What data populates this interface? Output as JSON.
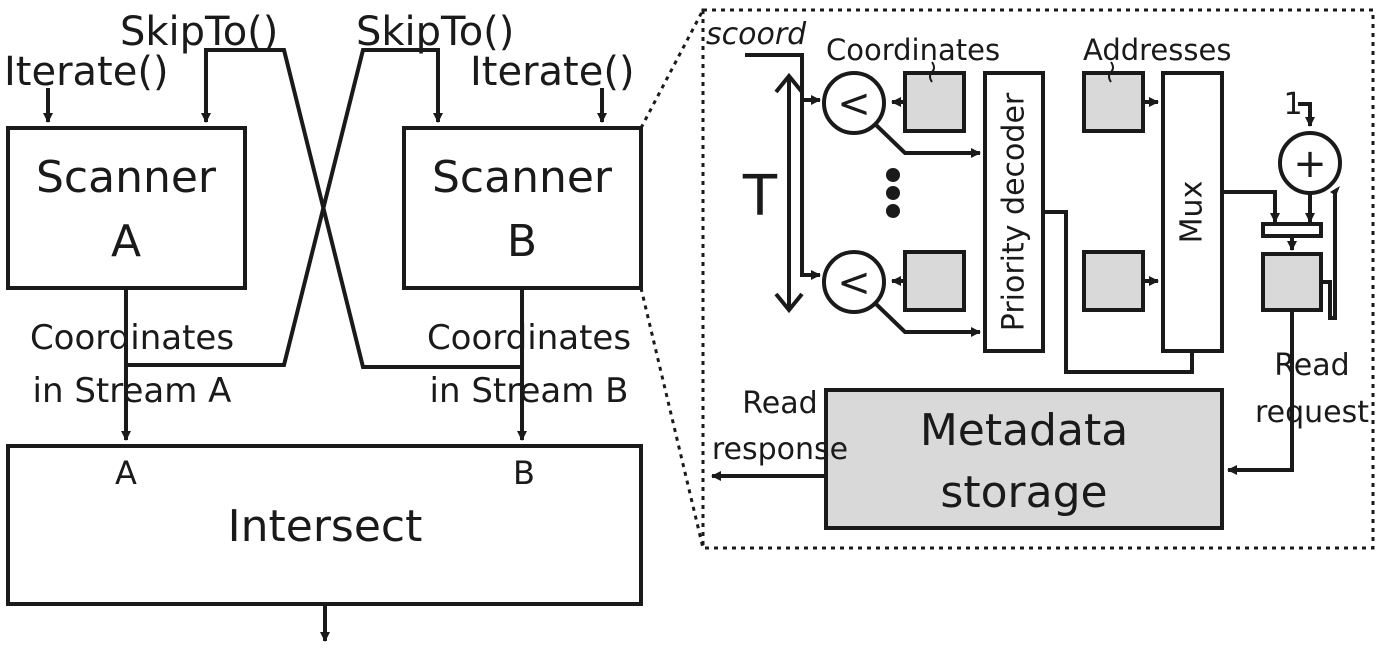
{
  "left": {
    "skipto_left": "SkipTo()",
    "skipto_right": "SkipTo()",
    "iterate_left": "Iterate()",
    "iterate_right": "Iterate()",
    "scanner_a": {
      "line1": "Scanner",
      "line2": "A"
    },
    "scanner_b": {
      "line1": "Scanner",
      "line2": "B"
    },
    "coords_a": {
      "line1": "Coordinates",
      "line2": "in Stream A"
    },
    "coords_b": {
      "line1": "Coordinates",
      "line2": "in Stream B"
    },
    "intersect": {
      "title": "Intersect",
      "port_a": "A",
      "port_b": "B"
    }
  },
  "detail": {
    "scoord": "scoord",
    "coordinates": "Coordinates",
    "addresses": "Addresses",
    "t_label": "T",
    "less_than": "<",
    "priority_decoder": "Priority decoder",
    "mux": "Mux",
    "one": "1",
    "plus": "+",
    "read_request": {
      "line1": "Read",
      "line2": "request"
    },
    "read_response": {
      "line1": "Read",
      "line2": "response"
    },
    "metadata_storage": {
      "line1": "Metadata",
      "line2": "storage"
    }
  }
}
